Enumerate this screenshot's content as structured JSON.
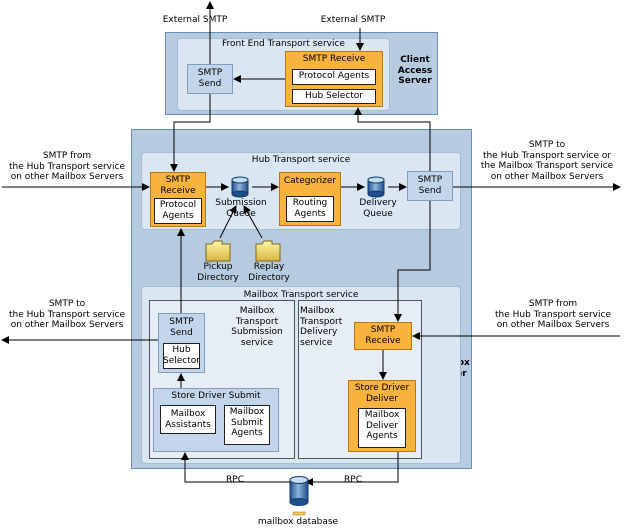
{
  "client_access": {
    "title": "Client\nAccess\nServer",
    "service": "Front End Transport service",
    "smtp_send": "SMTP\nSend",
    "smtp_receive": "SMTP Receive",
    "protocol_agents": "Protocol Agents",
    "hub_selector": "Hub Selector"
  },
  "external": {
    "left": "External SMTP",
    "right": "External SMTP"
  },
  "mailbox_server": {
    "title": "Mailbox\nServer"
  },
  "hub": {
    "service": "Hub Transport service",
    "smtp_receive": "SMTP\nReceive",
    "protocol_agents": "Protocol\nAgents",
    "submission_queue": "Submission\nQueue",
    "categorizer": "Categorizer",
    "routing_agents": "Routing\nAgents",
    "delivery_queue": "Delivery\nQueue",
    "smtp_send": "SMTP\nSend",
    "pickup": "Pickup\nDirectory",
    "replay": "Replay\nDirectory"
  },
  "mailbox_transport": {
    "service": "Mailbox Transport service",
    "submission_service": "Mailbox\nTransport\nSubmission\nservice",
    "delivery_service": "Mailbox\nTransport\nDelivery\nservice",
    "smtp_send": "SMTP\nSend",
    "hub_selector": "Hub\nSelector",
    "store_driver_submit": "Store Driver Submit",
    "mailbox_assistants": "Mailbox\nAssistants",
    "mailbox_submit_agents": "Mailbox\nSubmit\nAgents",
    "smtp_receive": "SMTP\nReceive",
    "store_driver_deliver": "Store Driver\nDeliver",
    "mailbox_deliver_agents": "Mailbox\nDeliver\nAgents"
  },
  "labels": {
    "left_in": "SMTP from\nthe Hub Transport service\non other Mailbox Servers",
    "left_out": "SMTP to\nthe Hub Transport service\non other Mailbox Servers",
    "right_out": "SMTP to\nthe Hub Transport service or\nthe Mailbox Transport service\non other Mailbox Servers",
    "right_in": "SMTP from\nthe Hub Transport service\non other Mailbox Servers",
    "rpc_left": "RPC",
    "rpc_right": "RPC",
    "mailbox_database": "mailbox database"
  }
}
